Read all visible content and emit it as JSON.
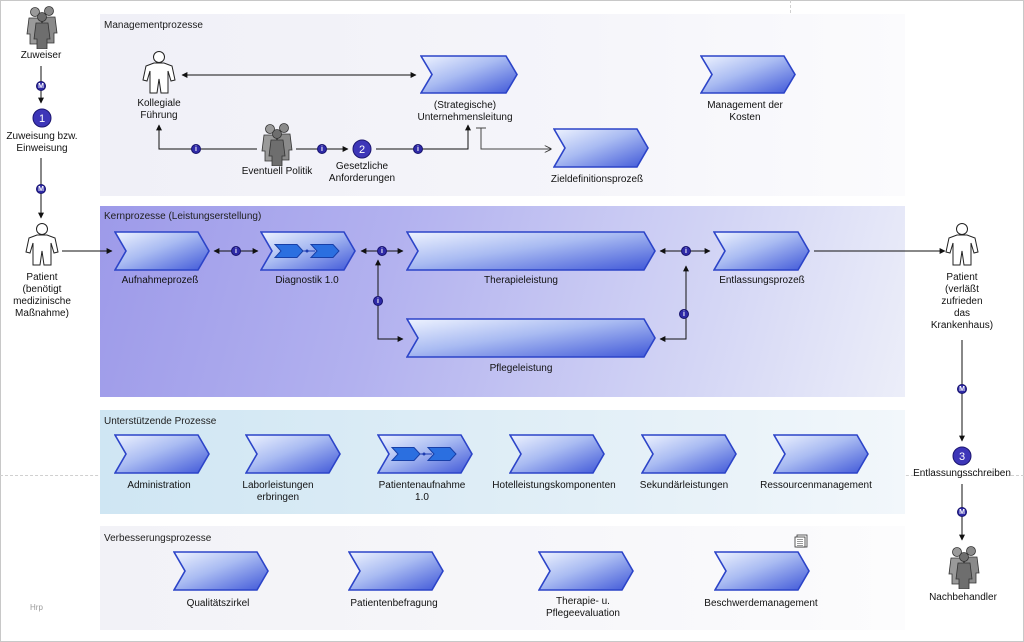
{
  "lanes": {
    "management": "Managementprozesse",
    "core": "Kernprozesse (Leistungserstellung)",
    "support": "Unterstützende Prozesse",
    "improvement": "Verbesserungsprozesse"
  },
  "actors": {
    "referrer": "Zuweiser",
    "patient_in": [
      "Patient",
      "(benötigt",
      "medizinische",
      "Maßnahme)"
    ],
    "patient_out": [
      "Patient",
      "(verläßt",
      "zufrieden",
      "das",
      "Krankenhaus)"
    ],
    "collegial": [
      "Kollegiale",
      "Führung"
    ],
    "politics": "Eventuell Politik",
    "aftercare": "Nachbehandler"
  },
  "events": {
    "e1": {
      "number": "1",
      "label": [
        "Zuweisung bzw.",
        "Einweisung"
      ]
    },
    "e2": {
      "number": "2",
      "label": [
        "Gesetzliche",
        "Anforderungen"
      ]
    },
    "e3": {
      "number": "3",
      "label": "Entlassungsschreiben"
    }
  },
  "management": {
    "strategic": [
      "(Strategische)",
      "Unternehmensleitung"
    ],
    "costs": [
      "Management der",
      "Kosten"
    ],
    "goals": "Zieldefinitionsprozeß"
  },
  "core": {
    "admission": "Aufnahmeprozeß",
    "diagnostics": "Diagnostik 1.0",
    "therapy": "Therapieleistung",
    "nursing": "Pflegeleistung",
    "discharge": "Entlassungsprozeß"
  },
  "support": {
    "administration": "Administration",
    "lab": [
      "Laborleistungen",
      "erbringen"
    ],
    "patient_admission": [
      "Patientenaufnahme",
      "1.0"
    ],
    "hotel": "Hotelleistungskomponenten",
    "secondary": "Sekundärleistungen",
    "resources": "Ressourcenmanagement"
  },
  "improvement": {
    "quality": "Qualitätszirkel",
    "survey": "Patientenbefragung",
    "evaluation": [
      "Therapie- u.",
      "Pflegeevaluation"
    ],
    "complaints": "Beschwerdemanagement"
  },
  "connector_badges": {
    "info": "i",
    "message": "M"
  },
  "corner_text": "Hrp",
  "colors": {
    "process_top": "#eef3ff",
    "process_mid": "#a9bbf2",
    "process_bottom": "#3f57d8",
    "process_border": "#2c44c8",
    "event_fill": "#3d36b8",
    "core_lane": "#a9a8ec",
    "support_lane": "#d7eaf4",
    "mgmt_lane": "#f1f1f6"
  }
}
